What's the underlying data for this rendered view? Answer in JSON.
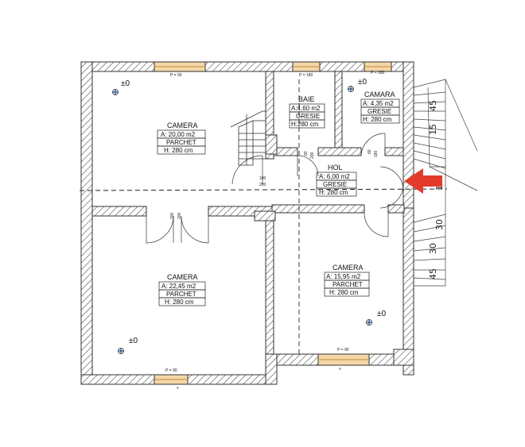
{
  "rooms": [
    {
      "id": "camera-top-left",
      "name": "CAMERA",
      "area": "A: 20,00 m2",
      "floor": "PARCHET",
      "height": "H: 280 cm",
      "level": "±0"
    },
    {
      "id": "baie",
      "name": "BAIE",
      "area": "A:4,60 m2",
      "floor": "GRESIE",
      "height": "H:280 cm"
    },
    {
      "id": "camara",
      "name": "CAMARA",
      "area": "A: 4,35 m2",
      "floor": "GRESIE",
      "height": "H: 280 cm",
      "level": "±0"
    },
    {
      "id": "hol",
      "name": "HOL",
      "area": "A: 6,00 m2",
      "floor": "GRESIE",
      "height": "H: 280 cm"
    },
    {
      "id": "camera-bottom-left",
      "name": "CAMERA",
      "area": "A: 22,45 m2",
      "floor": "PARCHET",
      "height": "H: 280 cm",
      "level": "±0"
    },
    {
      "id": "camera-bottom-right",
      "name": "CAMERA",
      "area": "A: 15,95 m2",
      "floor": "PARCHET",
      "height": "H: 280 cm",
      "level": "±0"
    }
  ],
  "window_labels": {
    "top_left": "P = 90",
    "top_baie": "P = 180",
    "top_camara": "P = 180",
    "bottom_left": "P = 90",
    "bottom_right": "P = 90"
  },
  "dimensions": {
    "door_hol_width": "100",
    "door_hol_height": "200",
    "door_left_w": "200",
    "door_left_h": "200",
    "baie_door_w": "80",
    "baie_door_h": "200",
    "camara_door_w": "80",
    "camara_door_h": "180"
  },
  "stair_numbers": [
    "45",
    "15",
    "30",
    "15",
    "30",
    "45"
  ],
  "colors": {
    "wall_line": "#333333",
    "hatch": "#555555",
    "window_fill": "#f3d7a8",
    "arrow": "#e23b2b"
  },
  "arrow_icon": "entrance-arrow-icon"
}
